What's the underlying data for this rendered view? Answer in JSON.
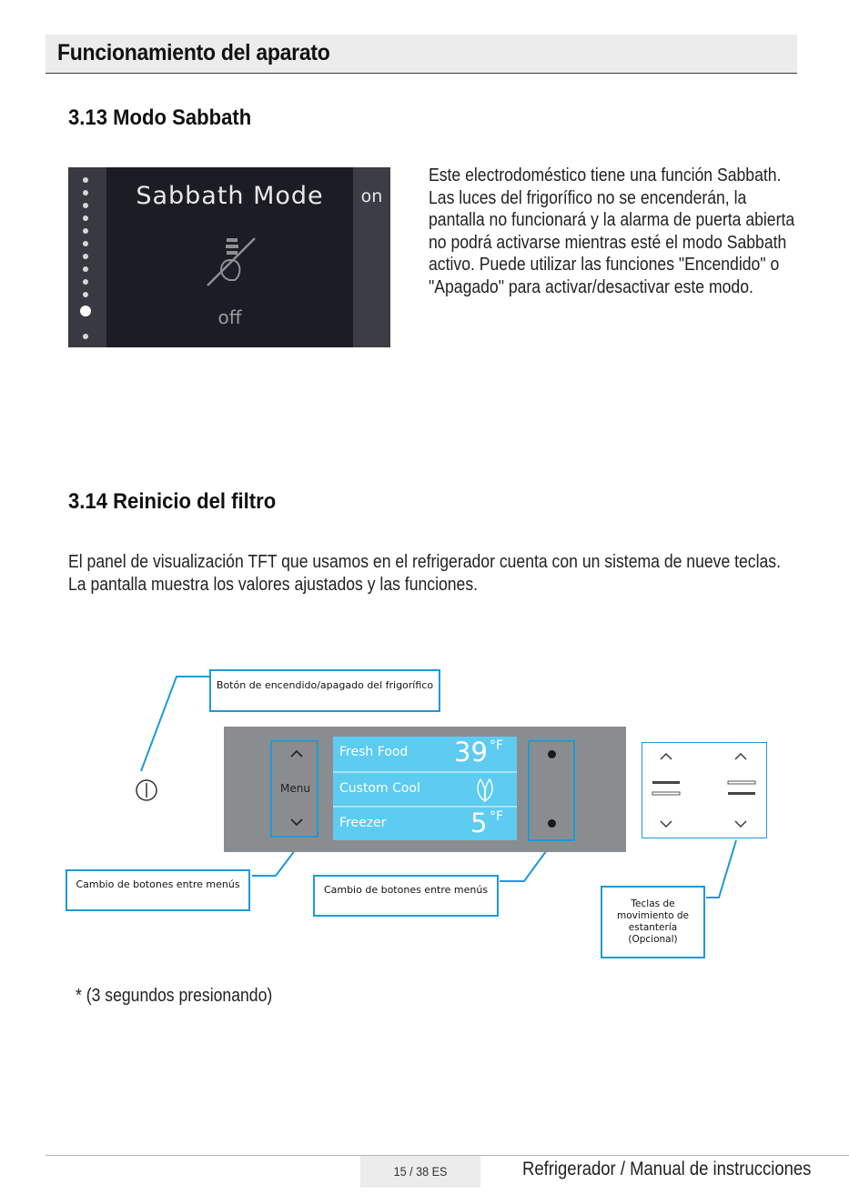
{
  "header": {
    "title": "Funcionamiento del aparato"
  },
  "section1": {
    "title": "3.13 Modo Sabbath",
    "text_lines": [
      "Este electrodoméstico tiene una función Sabbath.",
      "Las luces del frigorífico no se encenderán, la",
      "pantalla no funcionará y la alarma de puerta abierta",
      "no podrá activarse mientras esté el modo Sabbath",
      "activo. Puede utilizar las funciones \"Encendido\" o",
      "\"Apagado\" para activar/desactivar este modo."
    ],
    "display": {
      "title": "Sabbath Mode",
      "on_label": "on",
      "off_label": "off",
      "icon": "light-bulb-off-icon"
    }
  },
  "section2": {
    "title": "3.14 Reinicio del filtro",
    "text_lines": [
      "El panel de visualización TFT que usamos en el refrigerador cuenta con un sistema de nueve teclas.",
      "La pantalla muestra los valores ajustados y las funciones."
    ]
  },
  "diagram": {
    "power_callout": "Botón de encendido/apagado del frigorífico",
    "menu_label": "Menu",
    "screen_rows": [
      {
        "label": "Fresh Food",
        "temp": "39",
        "unit": "°F"
      },
      {
        "label": "Custom Cool",
        "icon": "leaf-icon"
      },
      {
        "label": "Freezer",
        "temp": "5",
        "unit": "°F"
      }
    ],
    "left_callout": "Cambio de botones entre menús",
    "middle_callout": "Cambio de botones entre menús",
    "shelf_callout": "Teclas de movimiento de estantería (Opcional)",
    "colors": {
      "callout_border": "#1d9ad6",
      "screen": "#5ecbf0",
      "panel": "#8a8d8f"
    }
  },
  "note": "* (3 segundos presionando)",
  "footer": {
    "page": "15 / 38 ES",
    "title": "Refrigerador / Manual de instrucciones"
  }
}
